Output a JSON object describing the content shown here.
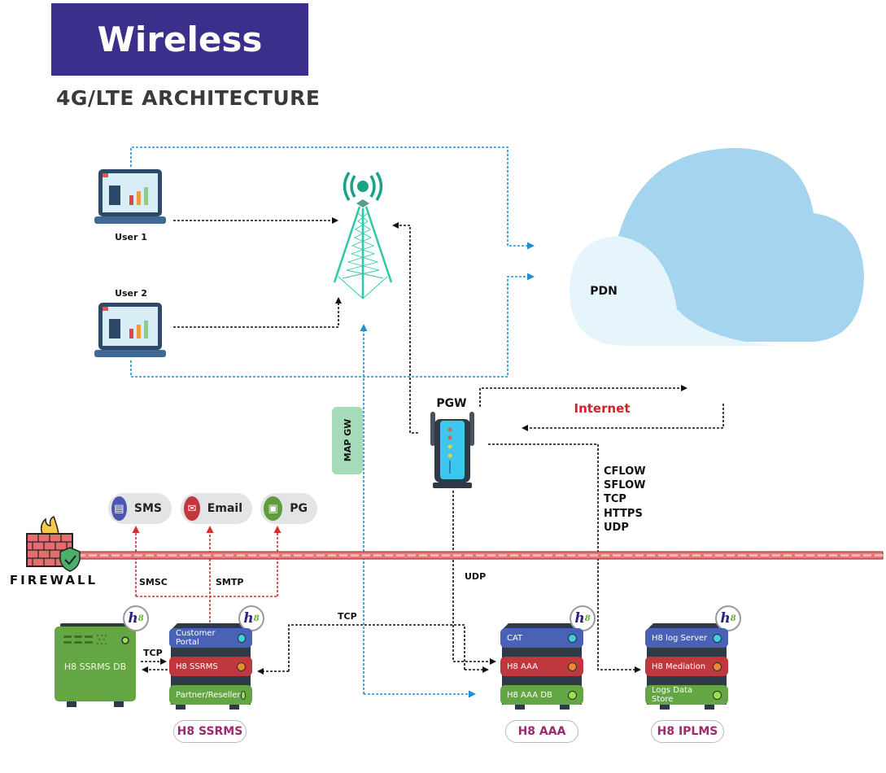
{
  "header": {
    "title": "Wireless",
    "subtitle": "4G/LTE ARCHITECTURE"
  },
  "colors": {
    "title_bg": "#3a2f8a",
    "link_blue": "#1e8fd0",
    "link_black": "#111111",
    "link_red": "#d32f2f",
    "internet_red": "#d0202a",
    "tower": "#2dc9a7",
    "cloud_dark": "#a4d4ee",
    "cloud_light": "#e6f4fc",
    "server_blue": "#4a62b5",
    "server_red": "#c0383e",
    "server_green": "#64a643",
    "tag_text": "#9c2a6e",
    "firewall": "#e97777"
  },
  "nodes": {
    "user1": {
      "label": "User 1",
      "icon": "laptop-icon"
    },
    "user2": {
      "label": "User 2",
      "icon": "laptop-icon"
    },
    "tower": {
      "icon": "cell-tower-icon"
    },
    "pdn": {
      "label": "PDN",
      "icon": "cloud-icon"
    },
    "pgw": {
      "label": "PGW",
      "icon": "router-icon"
    },
    "map_gw": {
      "label": "MAP GW"
    },
    "internet": {
      "label": "Internet"
    },
    "firewall": {
      "label": "FIREWALL",
      "icon": "firewall-icon"
    }
  },
  "services": [
    {
      "label": "SMS",
      "icon": "chat-icon",
      "color": "#4e55b0"
    },
    {
      "label": "Email",
      "icon": "mail-icon",
      "color": "#c0383e"
    },
    {
      "label": "PG",
      "icon": "payment-icon",
      "color": "#5e9c3d"
    }
  ],
  "link_labels": {
    "smsc": "SMSC",
    "smtp": "SMTP",
    "tcp_db": "TCP",
    "tcp_aaa": "TCP",
    "udp": "UDP",
    "protocols": [
      "CFLOW",
      "SFLOW",
      "TCP",
      "HTTPS",
      "UDP"
    ]
  },
  "servers": {
    "db": {
      "label": "H8 SSRMS DB",
      "logo": "h8"
    },
    "ssrms": {
      "tag": "H8 SSRMS",
      "logo": "h8",
      "rows": [
        "Customer Portal",
        "H8 SSRMS",
        "Partner/Reseller"
      ]
    },
    "aaa": {
      "tag": "H8 AAA",
      "logo": "h8",
      "rows": [
        "CAT",
        "H8 AAA",
        "H8 AAA DB"
      ]
    },
    "iplms": {
      "tag": "H8 IPLMS",
      "logo": "h8",
      "rows": [
        "H8 log Server",
        "H8 Mediation",
        "Logs Data Store"
      ]
    }
  }
}
